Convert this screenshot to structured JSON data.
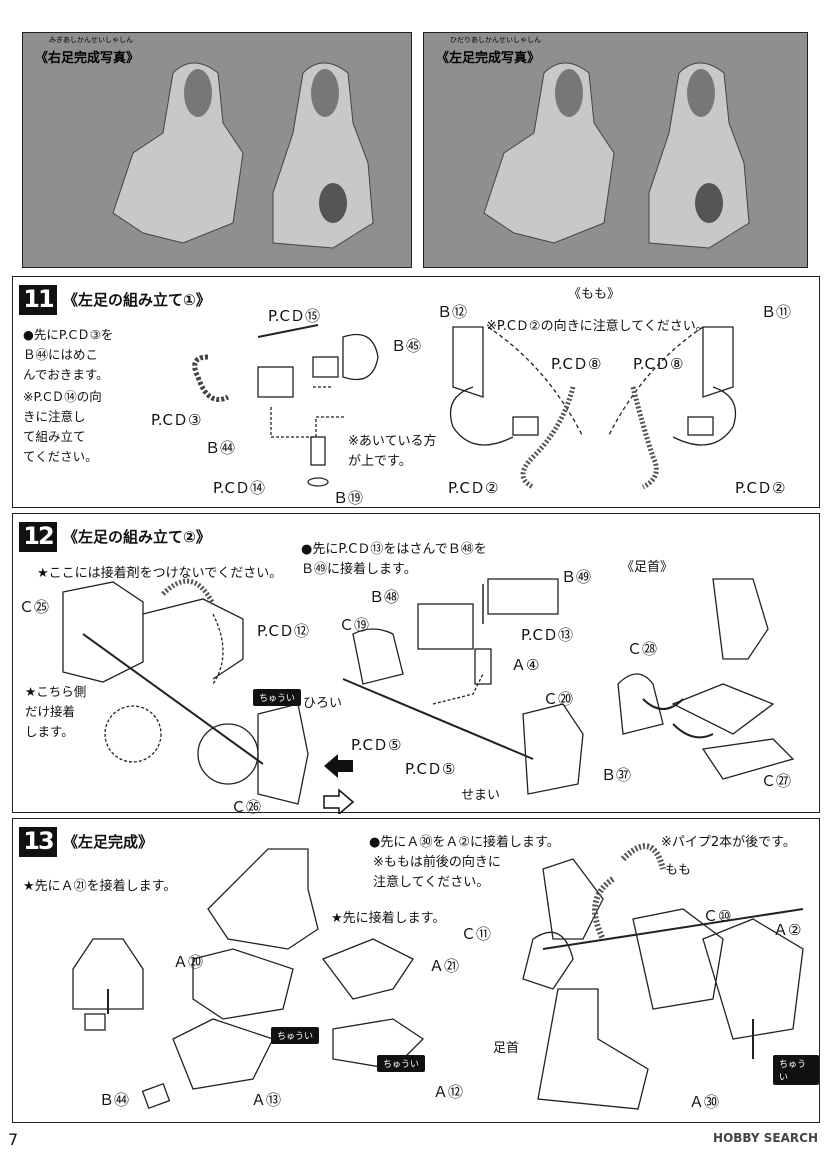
{
  "photos": {
    "right_ruby": "みぎあしかんせいしゃしん",
    "right_label": "《右足完成写真》",
    "left_ruby": "ひだりあしかんせいしゃしん",
    "left_label": "《左足完成写真》"
  },
  "step11": {
    "number": "11",
    "title": "《左足の組み立て①》",
    "note1": "●先にP.CＤ③を\nＢ㊹にはめこ\nんでおきます。",
    "note2": "※P.CＤ⑭の向\nきに注意し\nて組み立て\nてください。",
    "pcd15": "P.CＤ⑮",
    "b45": "Ｂ㊺",
    "pcd3": "P.CＤ③",
    "b44": "Ｂ㊹",
    "pcd14": "P.CＤ⑭",
    "b19": "Ｂ⑲",
    "open_note": "※あいている方\nが上です。",
    "momo": "《もも》",
    "momo_note": "※P.CＤ②の向きに注意してください。",
    "b12": "Ｂ⑫",
    "b11": "Ｂ⑪",
    "pcd8_a": "P.CＤ⑧",
    "pcd8_b": "P.CＤ⑧",
    "pcd2_a": "P.CＤ②",
    "pcd2_b": "P.CＤ②"
  },
  "step12": {
    "number": "12",
    "title": "《左足の組み立て②》",
    "note_no_glue": "★ここには接着剤をつけないでください。",
    "note_first": "●先にP.CＤ⑬をはさんでＢ㊽を\nＢ㊾に接着します。",
    "c25": "Ｃ㉕",
    "pcd12": "P.CＤ⑫",
    "this_side": "★こちら側\nだけ接着\nします。",
    "chui": "ちゅうい",
    "c26": "Ｃ㉖",
    "b58": "Ｂ㊽",
    "b59": "Ｂ㊾",
    "c19": "Ｃ⑲",
    "pcd13": "P.CＤ⑬",
    "a4": "Ａ④",
    "c20": "Ｃ⑳",
    "hiroi": "ひろい",
    "semai": "せまい",
    "pcd5_a": "P.CＤ⑤",
    "pcd5_b": "P.CＤ⑤",
    "ashikubi": "《足首》",
    "c28": "Ｃ㉘",
    "b37": "Ｂ㊲",
    "c27": "Ｃ㉗"
  },
  "step13": {
    "number": "13",
    "title": "《左足完成》",
    "note_a21": "★先にＡ㉑を接着します。",
    "note_a30": "●先にＡ㉚をＡ②に接着します。",
    "note_momo": "※ももは前後の向きに\n注意してください。",
    "note_pipe": "※パイプ2本が後です。",
    "momo": "もも",
    "note_glue_first": "★先に接着します。",
    "a20": "Ａ⑳",
    "a21": "Ａ㉑",
    "c11": "Ｃ⑪",
    "c10": "Ｃ⑩",
    "a2": "Ａ②",
    "a13": "Ａ⑬",
    "a12": "Ａ⑫",
    "b54": "Ｂ㊹",
    "ashikubi": "足首",
    "a30": "Ａ㉚",
    "chui": "ちゅうい"
  },
  "footer": {
    "page": "7",
    "brand": "HOBBY SEARCH"
  }
}
